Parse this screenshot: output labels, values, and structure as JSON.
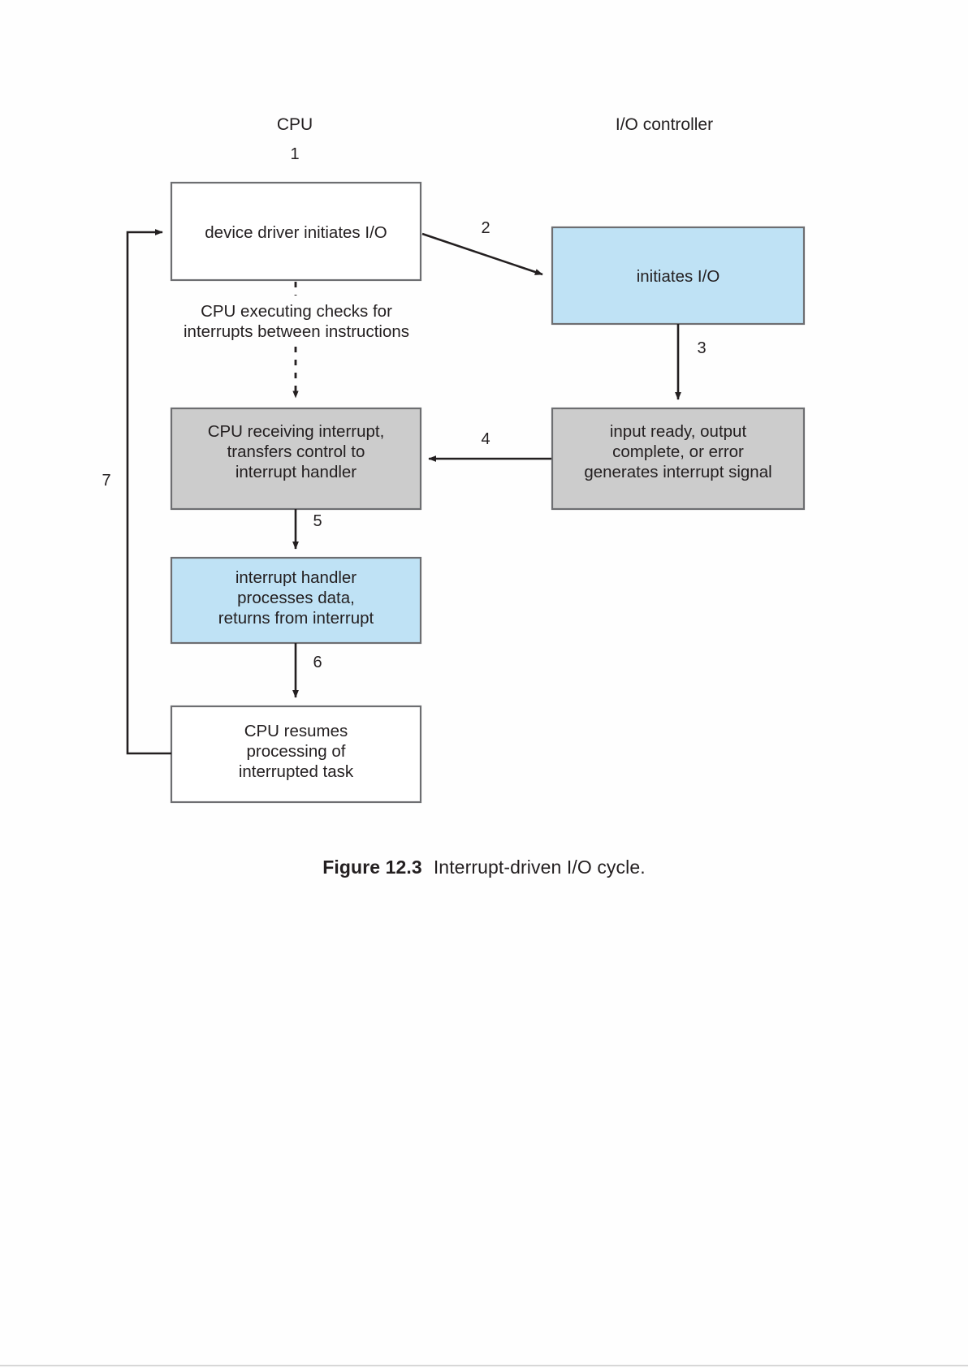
{
  "figure": {
    "number_label": "Figure 12.3",
    "caption_text": "Interrupt-driven I/O cycle."
  },
  "columns": {
    "left_header": "CPU",
    "right_header": "I/O controller"
  },
  "colors": {
    "blue_fill": "#bfe2f5",
    "gray_fill": "#cccccc",
    "white_fill": "#ffffff",
    "box_stroke": "#6d6e71",
    "line": "#231f20"
  },
  "boxes": {
    "device_driver": "device driver initiates I/O",
    "initiates_io": "initiates I/O",
    "cpu_receiving": {
      "line1": "CPU receiving interrupt,",
      "line2": "transfers control to",
      "line3": "interrupt handler"
    },
    "input_ready": {
      "line1": "input ready, output",
      "line2": "complete, or error",
      "line3": "generates interrupt signal"
    },
    "interrupt_handler": {
      "line1": "interrupt handler",
      "line2": "processes data,",
      "line3": "returns from interrupt"
    },
    "cpu_resumes": {
      "line1": "CPU resumes",
      "line2": "processing of",
      "line3": "interrupted task"
    }
  },
  "annotations": {
    "dashed_note_line1": "CPU executing checks for",
    "dashed_note_line2": "interrupts between instructions"
  },
  "steps": {
    "s1": "1",
    "s2": "2",
    "s3": "3",
    "s4": "4",
    "s5": "5",
    "s6": "6",
    "s7": "7"
  }
}
